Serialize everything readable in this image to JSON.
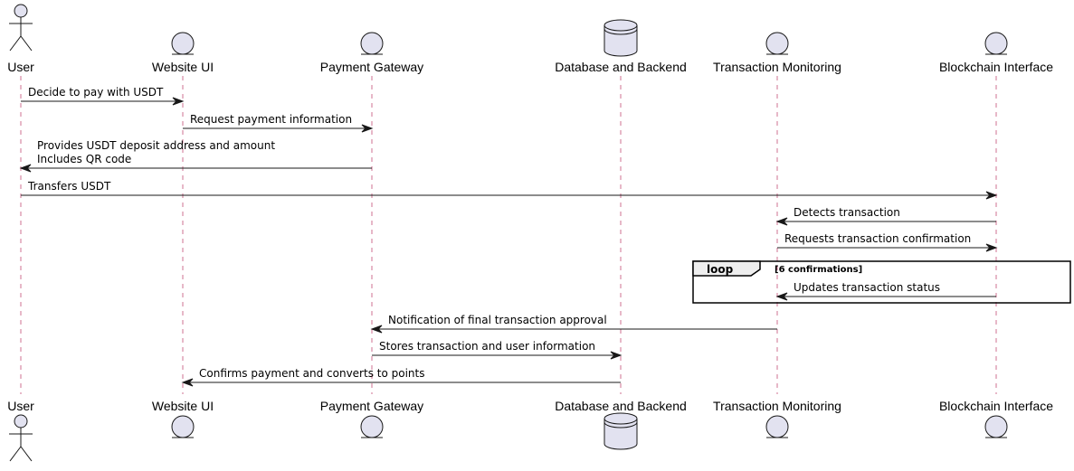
{
  "participants": [
    {
      "id": "user",
      "label": "User",
      "kind": "actor"
    },
    {
      "id": "website",
      "label": "Website UI",
      "kind": "entity"
    },
    {
      "id": "gateway",
      "label": "Payment Gateway",
      "kind": "entity"
    },
    {
      "id": "database",
      "label": "Database and Backend",
      "kind": "database"
    },
    {
      "id": "monitor",
      "label": "Transaction Monitoring",
      "kind": "entity"
    },
    {
      "id": "blockchain",
      "label": "Blockchain Interface",
      "kind": "entity"
    }
  ],
  "messages": [
    {
      "from": "user",
      "to": "website",
      "lines": [
        "Decide to pay with USDT"
      ]
    },
    {
      "from": "website",
      "to": "gateway",
      "lines": [
        "Request payment information"
      ]
    },
    {
      "from": "gateway",
      "to": "user",
      "lines": [
        "Provides USDT deposit address and amount",
        "Includes QR code"
      ]
    },
    {
      "from": "user",
      "to": "blockchain",
      "lines": [
        "Transfers USDT"
      ]
    },
    {
      "from": "blockchain",
      "to": "monitor",
      "lines": [
        "Detects transaction"
      ]
    },
    {
      "from": "monitor",
      "to": "blockchain",
      "lines": [
        "Requests transaction confirmation"
      ]
    },
    {
      "from": "blockchain",
      "to": "monitor",
      "lines": [
        "Updates transaction status"
      ],
      "in_loop": true
    },
    {
      "from": "monitor",
      "to": "gateway",
      "lines": [
        "Notification of final transaction approval"
      ]
    },
    {
      "from": "gateway",
      "to": "database",
      "lines": [
        "Stores transaction and user information"
      ]
    },
    {
      "from": "database",
      "to": "website",
      "lines": [
        "Confirms payment and converts to points"
      ]
    }
  ],
  "loop": {
    "label": "loop",
    "condition": "[6 confirmations]"
  },
  "colors": {
    "participant_fill": "#e2e2f0",
    "stroke": "#181818",
    "lifeline": "#a80036"
  }
}
